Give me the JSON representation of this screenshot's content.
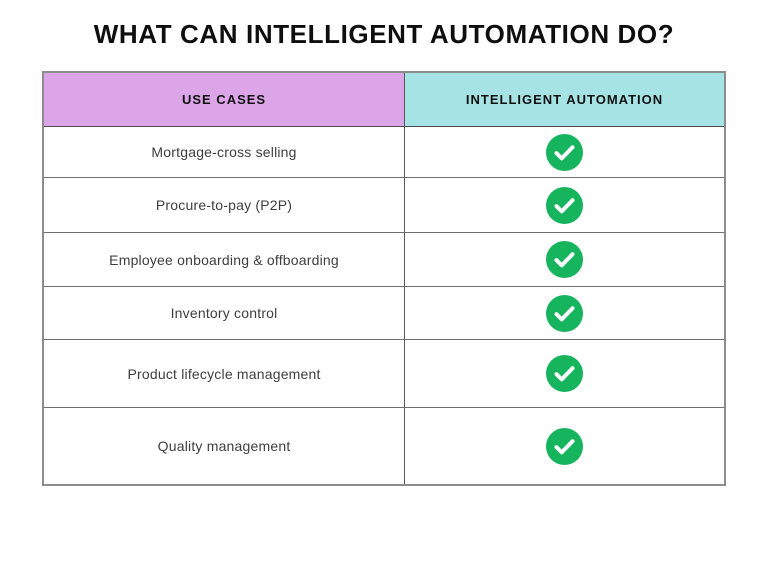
{
  "page": {
    "title": "WHAT CAN INTELLIGENT AUTOMATION DO?"
  },
  "table": {
    "columns": [
      {
        "label": "USE CASES",
        "bg": "#dba5e8"
      },
      {
        "label": "INTELLIGENT AUTOMATION",
        "bg": "#a6e3e4"
      }
    ],
    "rows": [
      {
        "use_case": "Mortgage-cross selling",
        "intelligent_automation": true
      },
      {
        "use_case": "Procure-to-pay (P2P)",
        "intelligent_automation": true
      },
      {
        "use_case": "Employee onboarding & offboarding",
        "intelligent_automation": true
      },
      {
        "use_case": "Inventory control",
        "intelligent_automation": true
      },
      {
        "use_case": "Product lifecycle management",
        "intelligent_automation": true
      },
      {
        "use_case": "Quality management",
        "intelligent_automation": true
      }
    ]
  },
  "icons": {
    "check_circle": {
      "name": "check-circle-icon",
      "circle_color": "#17b45e",
      "check_color": "#ffffff"
    }
  },
  "colors": {
    "title_text": "#0e0e0e",
    "row_text": "#3e3e3e",
    "header_usecases_bg": "#dba5e8",
    "header_automation_bg": "#a6e3e4",
    "check_green": "#17b45e",
    "border_outer": "#8d8d8d",
    "border_inner": "#6d6d6d",
    "background": "#ffffff"
  }
}
